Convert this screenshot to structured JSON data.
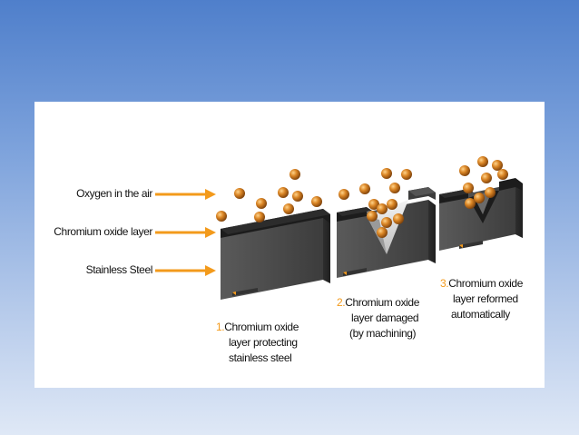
{
  "labels": {
    "oxygen": "Oxygen in the air",
    "oxide_layer": "Chromium oxide layer",
    "steel": "Stainless Steel"
  },
  "captions": [
    {
      "number": "1.",
      "lines": [
        "Chromium oxide",
        "layer protecting",
        "stainless steel"
      ]
    },
    {
      "number": "2.",
      "lines": [
        "Chromium oxide",
        "layer damaged",
        "(by machining)"
      ]
    },
    {
      "number": "3.",
      "lines": [
        "Chromium oxide",
        "layer reformed",
        "automatically"
      ]
    }
  ],
  "colors": {
    "background_top": "#4f7fcb",
    "background_bottom": "#dfe8f6",
    "panel": "#ffffff",
    "arrow": "#f39a1b",
    "caption_number": "#f39a1b",
    "oxygen_particle": "#c9731c",
    "steel_face": "#4a4a4a",
    "oxide_layer": "#1c1c1c"
  }
}
